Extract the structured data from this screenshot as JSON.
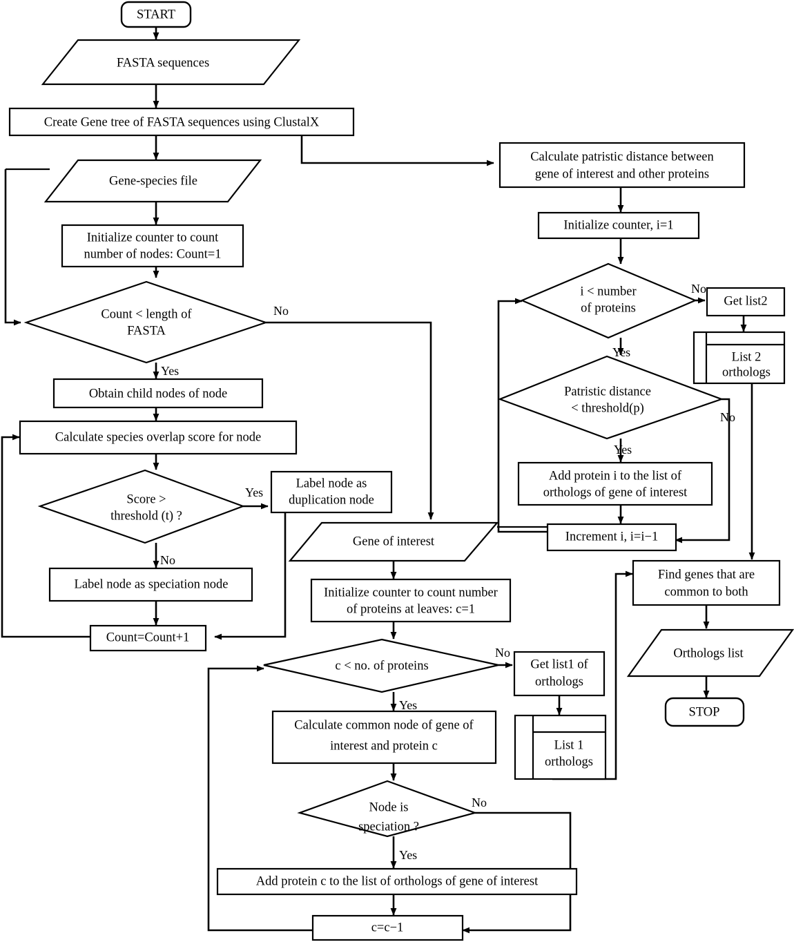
{
  "diagram": {
    "type": "flowchart",
    "title": "Ortholog identification flowchart",
    "colors": {
      "stroke": "#000000",
      "fill": "#ffffff",
      "text": "#000000"
    }
  },
  "nodes": {
    "start": {
      "label": "START",
      "shape": "terminator"
    },
    "fasta_sequences": {
      "label": "FASTA sequences",
      "shape": "data"
    },
    "create_gene_tree": {
      "label": "Create Gene tree of FASTA sequences using ClustalX",
      "shape": "process"
    },
    "gene_species_file": {
      "label": "Gene-species file",
      "shape": "data"
    },
    "init_node_counter": {
      "line1": "Initialize counter to count",
      "line2": "number of nodes: Count=1",
      "shape": "process"
    },
    "count_lt_fasta": {
      "line1": "Count < length of",
      "line2": "FASTA",
      "shape": "decision"
    },
    "obtain_child_nodes": {
      "label": "Obtain child nodes of node",
      "shape": "process"
    },
    "calc_species_overlap": {
      "label": "Calculate species overlap score for node",
      "shape": "process"
    },
    "score_gt_threshold": {
      "line1": "Score >",
      "line2": "threshold (t) ?",
      "shape": "decision"
    },
    "label_duplication": {
      "line1": "Label node as",
      "line2": "duplication node",
      "shape": "process"
    },
    "label_speciation": {
      "label": "Label node as speciation node",
      "shape": "process"
    },
    "count_increment": {
      "label": "Count=Count+1",
      "shape": "process"
    },
    "calc_patristic": {
      "line1": "Calculate patristic distance between",
      "line2": "gene of interest and other proteins",
      "shape": "process"
    },
    "init_counter_i": {
      "label": "Initialize counter, i=1",
      "shape": "process"
    },
    "i_lt_proteins": {
      "line1": "i < number",
      "line2": "of proteins",
      "shape": "decision"
    },
    "get_list2": {
      "label": "Get list2",
      "shape": "process"
    },
    "list2_orthologs": {
      "line1": "List 2",
      "line2": "orthologs",
      "shape": "multi-document"
    },
    "patristic_lt_threshold": {
      "line1": "Patristic distance",
      "line2": "<  threshold(p)",
      "shape": "decision"
    },
    "add_protein_i": {
      "line1": "Add protein i to the list of",
      "line2": "orthologs of gene of interest",
      "shape": "process"
    },
    "increment_i": {
      "label": "Increment i, i=i−1",
      "shape": "process"
    },
    "gene_of_interest": {
      "label": "Gene of interest",
      "shape": "data"
    },
    "init_leaf_counter": {
      "line1": "Initialize counter to count number",
      "line2": "of proteins at leaves: c=1",
      "shape": "process"
    },
    "c_lt_proteins": {
      "label": "c < no. of proteins",
      "shape": "decision"
    },
    "get_list1": {
      "line1": "Get list1 of",
      "line2": "orthologs",
      "shape": "process"
    },
    "list1_orthologs": {
      "line1": "List 1",
      "line2": "orthologs",
      "shape": "multi-document"
    },
    "calc_common_node": {
      "line1": "Calculate common node of gene of",
      "line2": "interest and protein c",
      "shape": "process"
    },
    "node_is_speciation": {
      "line1": "Node is",
      "line2": "speciation ?",
      "shape": "decision"
    },
    "add_protein_c": {
      "label": "Add protein c to the list of orthologs of gene of interest",
      "shape": "process"
    },
    "c_decrement": {
      "label": "c=c−1",
      "shape": "process"
    },
    "find_common_genes": {
      "line1": "Find genes that are",
      "line2": "common to both",
      "shape": "process"
    },
    "orthologs_list": {
      "label": "Orthologs list",
      "shape": "data"
    },
    "stop": {
      "label": "STOP",
      "shape": "terminator"
    }
  },
  "branch_labels": {
    "count_no": "No",
    "count_yes": "Yes",
    "score_yes": "Yes",
    "score_no": "No",
    "i_no": "No",
    "i_yes": "Yes",
    "patristic_no": "No",
    "patristic_yes": "Yes",
    "c_no": "No",
    "c_yes": "Yes",
    "speciation_no": "No",
    "speciation_yes": "Yes"
  }
}
